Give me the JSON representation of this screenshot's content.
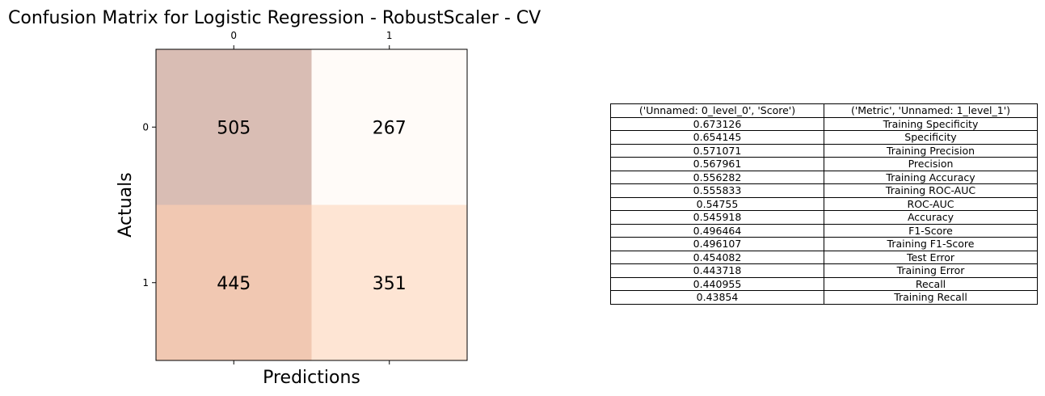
{
  "chart_data": {
    "type": "heatmap",
    "title": "Confusion Matrix for Logistic Regression - RobustScaler - CV",
    "xlabel": "Predictions",
    "ylabel": "Actuals",
    "x_ticks": [
      "0",
      "1"
    ],
    "y_ticks": [
      "0",
      "1"
    ],
    "matrix": [
      [
        505,
        267
      ],
      [
        445,
        351
      ]
    ],
    "cell_colors": [
      [
        "#d9bdb4",
        "#fffbf8"
      ],
      [
        "#f1c8b2",
        "#fee5d4"
      ]
    ]
  },
  "table": {
    "columns": [
      "('Unnamed: 0_level_0', 'Score')",
      "('Metric', 'Unnamed: 1_level_1')"
    ],
    "rows": [
      [
        "0.673126",
        "Training Specificity"
      ],
      [
        "0.654145",
        "Specificity"
      ],
      [
        "0.571071",
        "Training Precision"
      ],
      [
        "0.567961",
        "Precision"
      ],
      [
        "0.556282",
        "Training Accuracy"
      ],
      [
        "0.555833",
        "Training ROC-AUC"
      ],
      [
        "0.54755",
        "ROC-AUC"
      ],
      [
        "0.545918",
        "Accuracy"
      ],
      [
        "0.496464",
        "F1-Score"
      ],
      [
        "0.496107",
        "Training F1-Score"
      ],
      [
        "0.454082",
        "Test Error"
      ],
      [
        "0.443718",
        "Training Error"
      ],
      [
        "0.440955",
        "Recall"
      ],
      [
        "0.43854",
        "Training Recall"
      ]
    ]
  }
}
